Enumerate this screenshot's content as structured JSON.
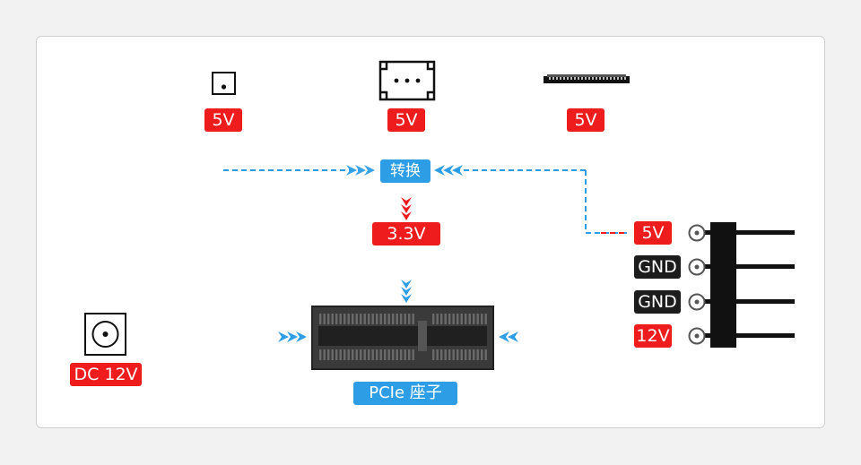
{
  "colors": {
    "red": "#ee1c1c",
    "blue": "#2d9ee6",
    "black": "#1c1c1c",
    "connector": "#3a3a3a"
  },
  "labels": {
    "input_a_voltage": "5V",
    "input_b_voltage": "5V",
    "input_c_voltage": "5V",
    "converter": "转换",
    "converted_voltage": "3.3V",
    "dc_input": "DC 12V",
    "pcie_slot": "PCIe 座子",
    "pin_1": "5V",
    "pin_2": "GND",
    "pin_3": "GND",
    "pin_4": "12V"
  },
  "icons": {
    "input_a": "single-pin-jack-icon",
    "input_b": "three-pin-connector-icon",
    "input_c": "ffc-connector-icon",
    "dc_jack": "dc-barrel-jack-icon",
    "pcie": "pcie-slot-icon",
    "power_header": "four-pin-header-icon"
  }
}
